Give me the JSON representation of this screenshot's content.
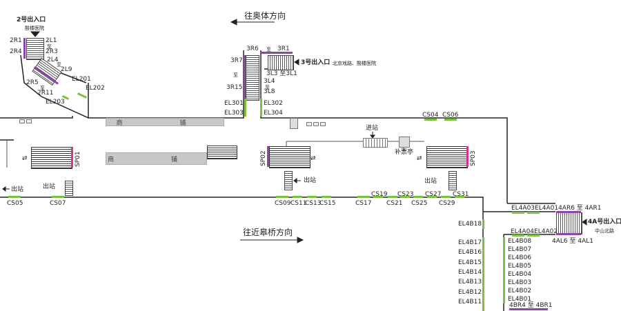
{
  "top_label": "",
  "directions": {
    "to_olympic": "往奥体方向",
    "to_jinfeiqiao": "往近皋桥方向"
  },
  "exits": {
    "exit2": {
      "label": "2号出入口",
      "sub": "酸楼医院"
    },
    "exit3": {
      "label": "3号出入口",
      "sub": "北京戏路、酸楼医院"
    },
    "exit4a": {
      "label": "4A号出入口",
      "sub": "中山北路"
    }
  },
  "shops": [
    "商 铺",
    "商 铺"
  ],
  "codes_exit2": [
    "2R1",
    "2L1",
    "至",
    "2R4",
    "2R3",
    "2L4",
    "至",
    "2L9",
    "2R5",
    "至",
    "2R11",
    "EL201",
    "EL202",
    "EL203"
  ],
  "codes_exit3": [
    "3R6",
    "至",
    "3R1",
    "3R7",
    "至",
    "3R15",
    "3L3 至3L1",
    "3L4",
    "至",
    "3L8",
    "EL301",
    "EL302",
    "EL303",
    "EL304"
  ],
  "sp": [
    "SP01",
    "SP02",
    "SP03"
  ],
  "misc": {
    "chuzhan": "出站",
    "jinzhan": "进站",
    "bupiao": "补票亭"
  },
  "cs_top": [
    "CS04",
    "CS06"
  ],
  "cs_bottom": [
    "CS05",
    "CS07",
    "CS09",
    "CS11",
    "CS13",
    "CS15",
    "CS17",
    "CS19",
    "CS21",
    "CS23",
    "CS25",
    "CS27",
    "CS29",
    "CS31"
  ],
  "exit4a_codes": {
    "top": "EL4A03EL4A014AR6 至 4AR1",
    "row2": "EL4A04EL4A02",
    "bottom": "4AL6 至 4AL1"
  },
  "el4b_left": [
    "EL4B18",
    "EL4B17",
    "EL4B16",
    "EL4B15",
    "EL4B14",
    "EL4B13",
    "EL4B12",
    "EL4B11"
  ],
  "el4b_right": [
    "EL4B08",
    "EL4B07",
    "EL4B06",
    "EL4B05",
    "EL4B04",
    "EL4B03",
    "EL4B02",
    "EL4B01"
  ],
  "exit4b_bottom": "4BR4 至 4BR1"
}
